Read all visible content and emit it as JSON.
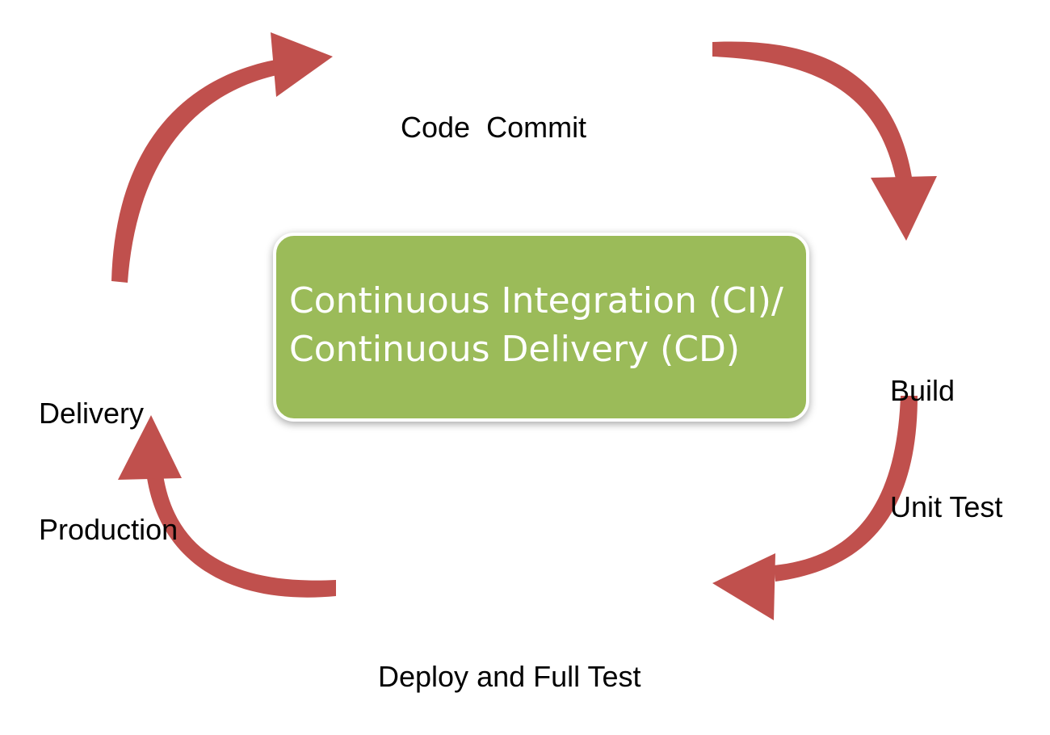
{
  "diagram": {
    "center_lines": [
      "Continuous Integration (CI)/",
      "Continuous Delivery (CD)"
    ],
    "stages": {
      "code_commit": [
        "Code  Commit"
      ],
      "build": [
        "Build",
        "Unit Test"
      ],
      "deploy": [
        "Deploy and Full Test"
      ],
      "delivery": [
        "Delivery",
        "Production"
      ]
    },
    "colors": {
      "arrow": "#c0504d",
      "center_fill": "#9bbb59",
      "center_text": "#ffffff",
      "label_text": "#000000"
    }
  }
}
